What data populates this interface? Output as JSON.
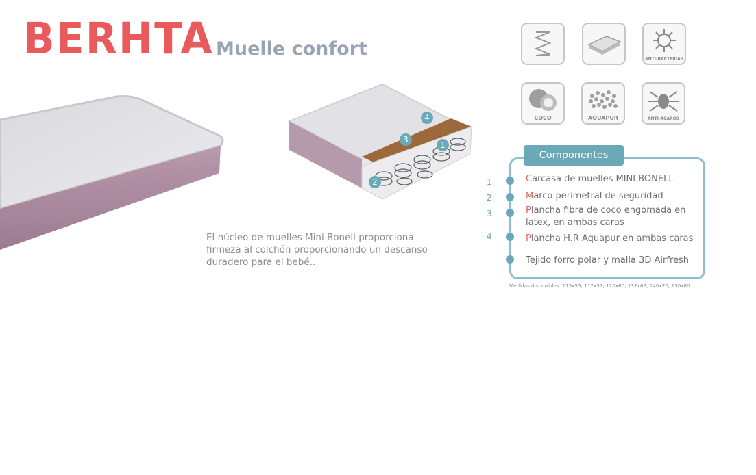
{
  "header": {
    "brand": "BERHTA",
    "subtitle": "Muelle confort"
  },
  "description": "El núcleo de muelles Mini Bonell proporciona firmeza al colchón proporcionando un descanso duradero para el bebé..",
  "callouts": [
    "4",
    "3",
    "1",
    "2"
  ],
  "features": {
    "coco_label": "COCO",
    "aquapur_label": "AQUAPUR",
    "antibacterias_label": "ANTI-BACTERIAS",
    "antiacaros_label": "ANTI-ÁCAROS"
  },
  "components": {
    "title": "Componentes",
    "items": [
      {
        "num": "1",
        "first": "C",
        "rest": "arcasa de muelles MINI BONELL"
      },
      {
        "num": "2",
        "first": "M",
        "rest": "arco perimetral de seguridad"
      },
      {
        "num": "3",
        "first": "P",
        "rest": "lancha fibra de coco engomada en latex, en ambas caras"
      },
      {
        "num": "4",
        "first": "P",
        "rest": "lancha H.R Aquapur en ambas caras"
      },
      {
        "num": "",
        "first": "",
        "rest": "Tejido forro polar y malla 3D Airfresh"
      }
    ],
    "sizes": "Medidas disponibles: 115x55; 117x57; 120x60; 137x67; 140x70; 130x80"
  },
  "colors": {
    "brand": "#e85a5c",
    "accent": "#6ba9b9",
    "box_border": "#8ebfcc"
  }
}
